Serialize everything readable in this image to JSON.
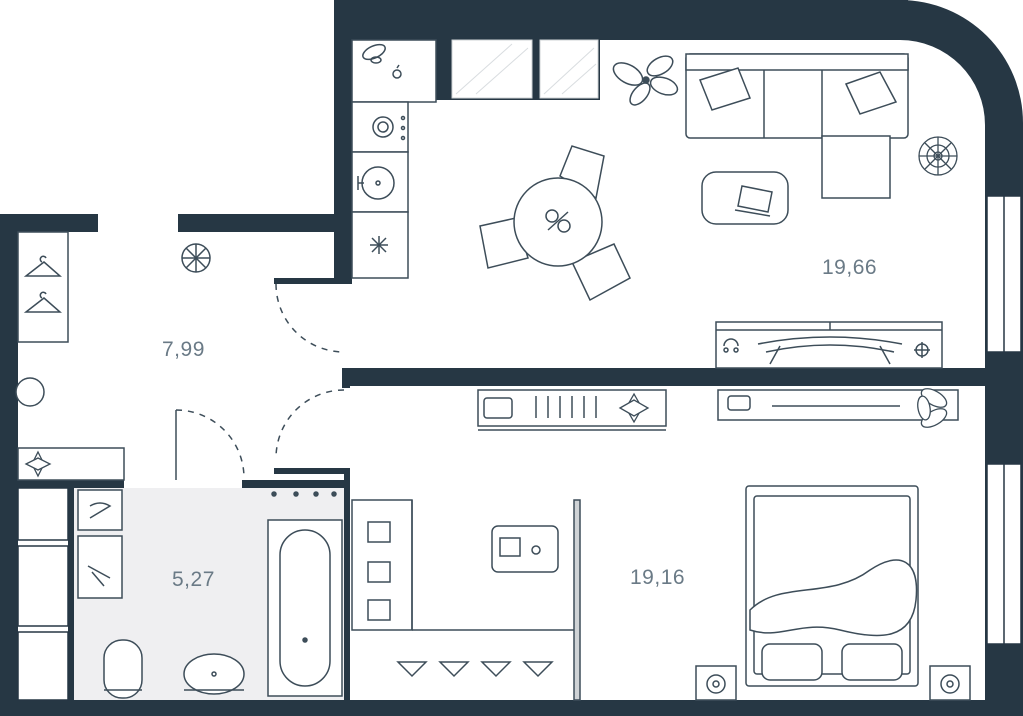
{
  "floor_plan": {
    "colors": {
      "wall": "#263744",
      "line": "#3d4d59",
      "bath_floor": "#efeff1",
      "label": "#6a7a86"
    },
    "rooms": [
      {
        "id": "living-kitchen",
        "area": "19,66"
      },
      {
        "id": "hallway",
        "area": "7,99"
      },
      {
        "id": "bathroom",
        "area": "5,27"
      },
      {
        "id": "bedroom",
        "area": "19,16"
      }
    ],
    "icons": [
      "plant-icon",
      "sofa-icon",
      "dining-table-icon",
      "laptop-icon",
      "tv-stand-icon",
      "washing-machine-icon",
      "sink-icon",
      "stove-icon",
      "fridge-icon",
      "umbrella-stand-icon",
      "hanger-icon",
      "bathtub-icon",
      "toilet-icon",
      "bed-icon",
      "nightstand-icon",
      "desk-icon",
      "bar-stool-icon"
    ]
  }
}
